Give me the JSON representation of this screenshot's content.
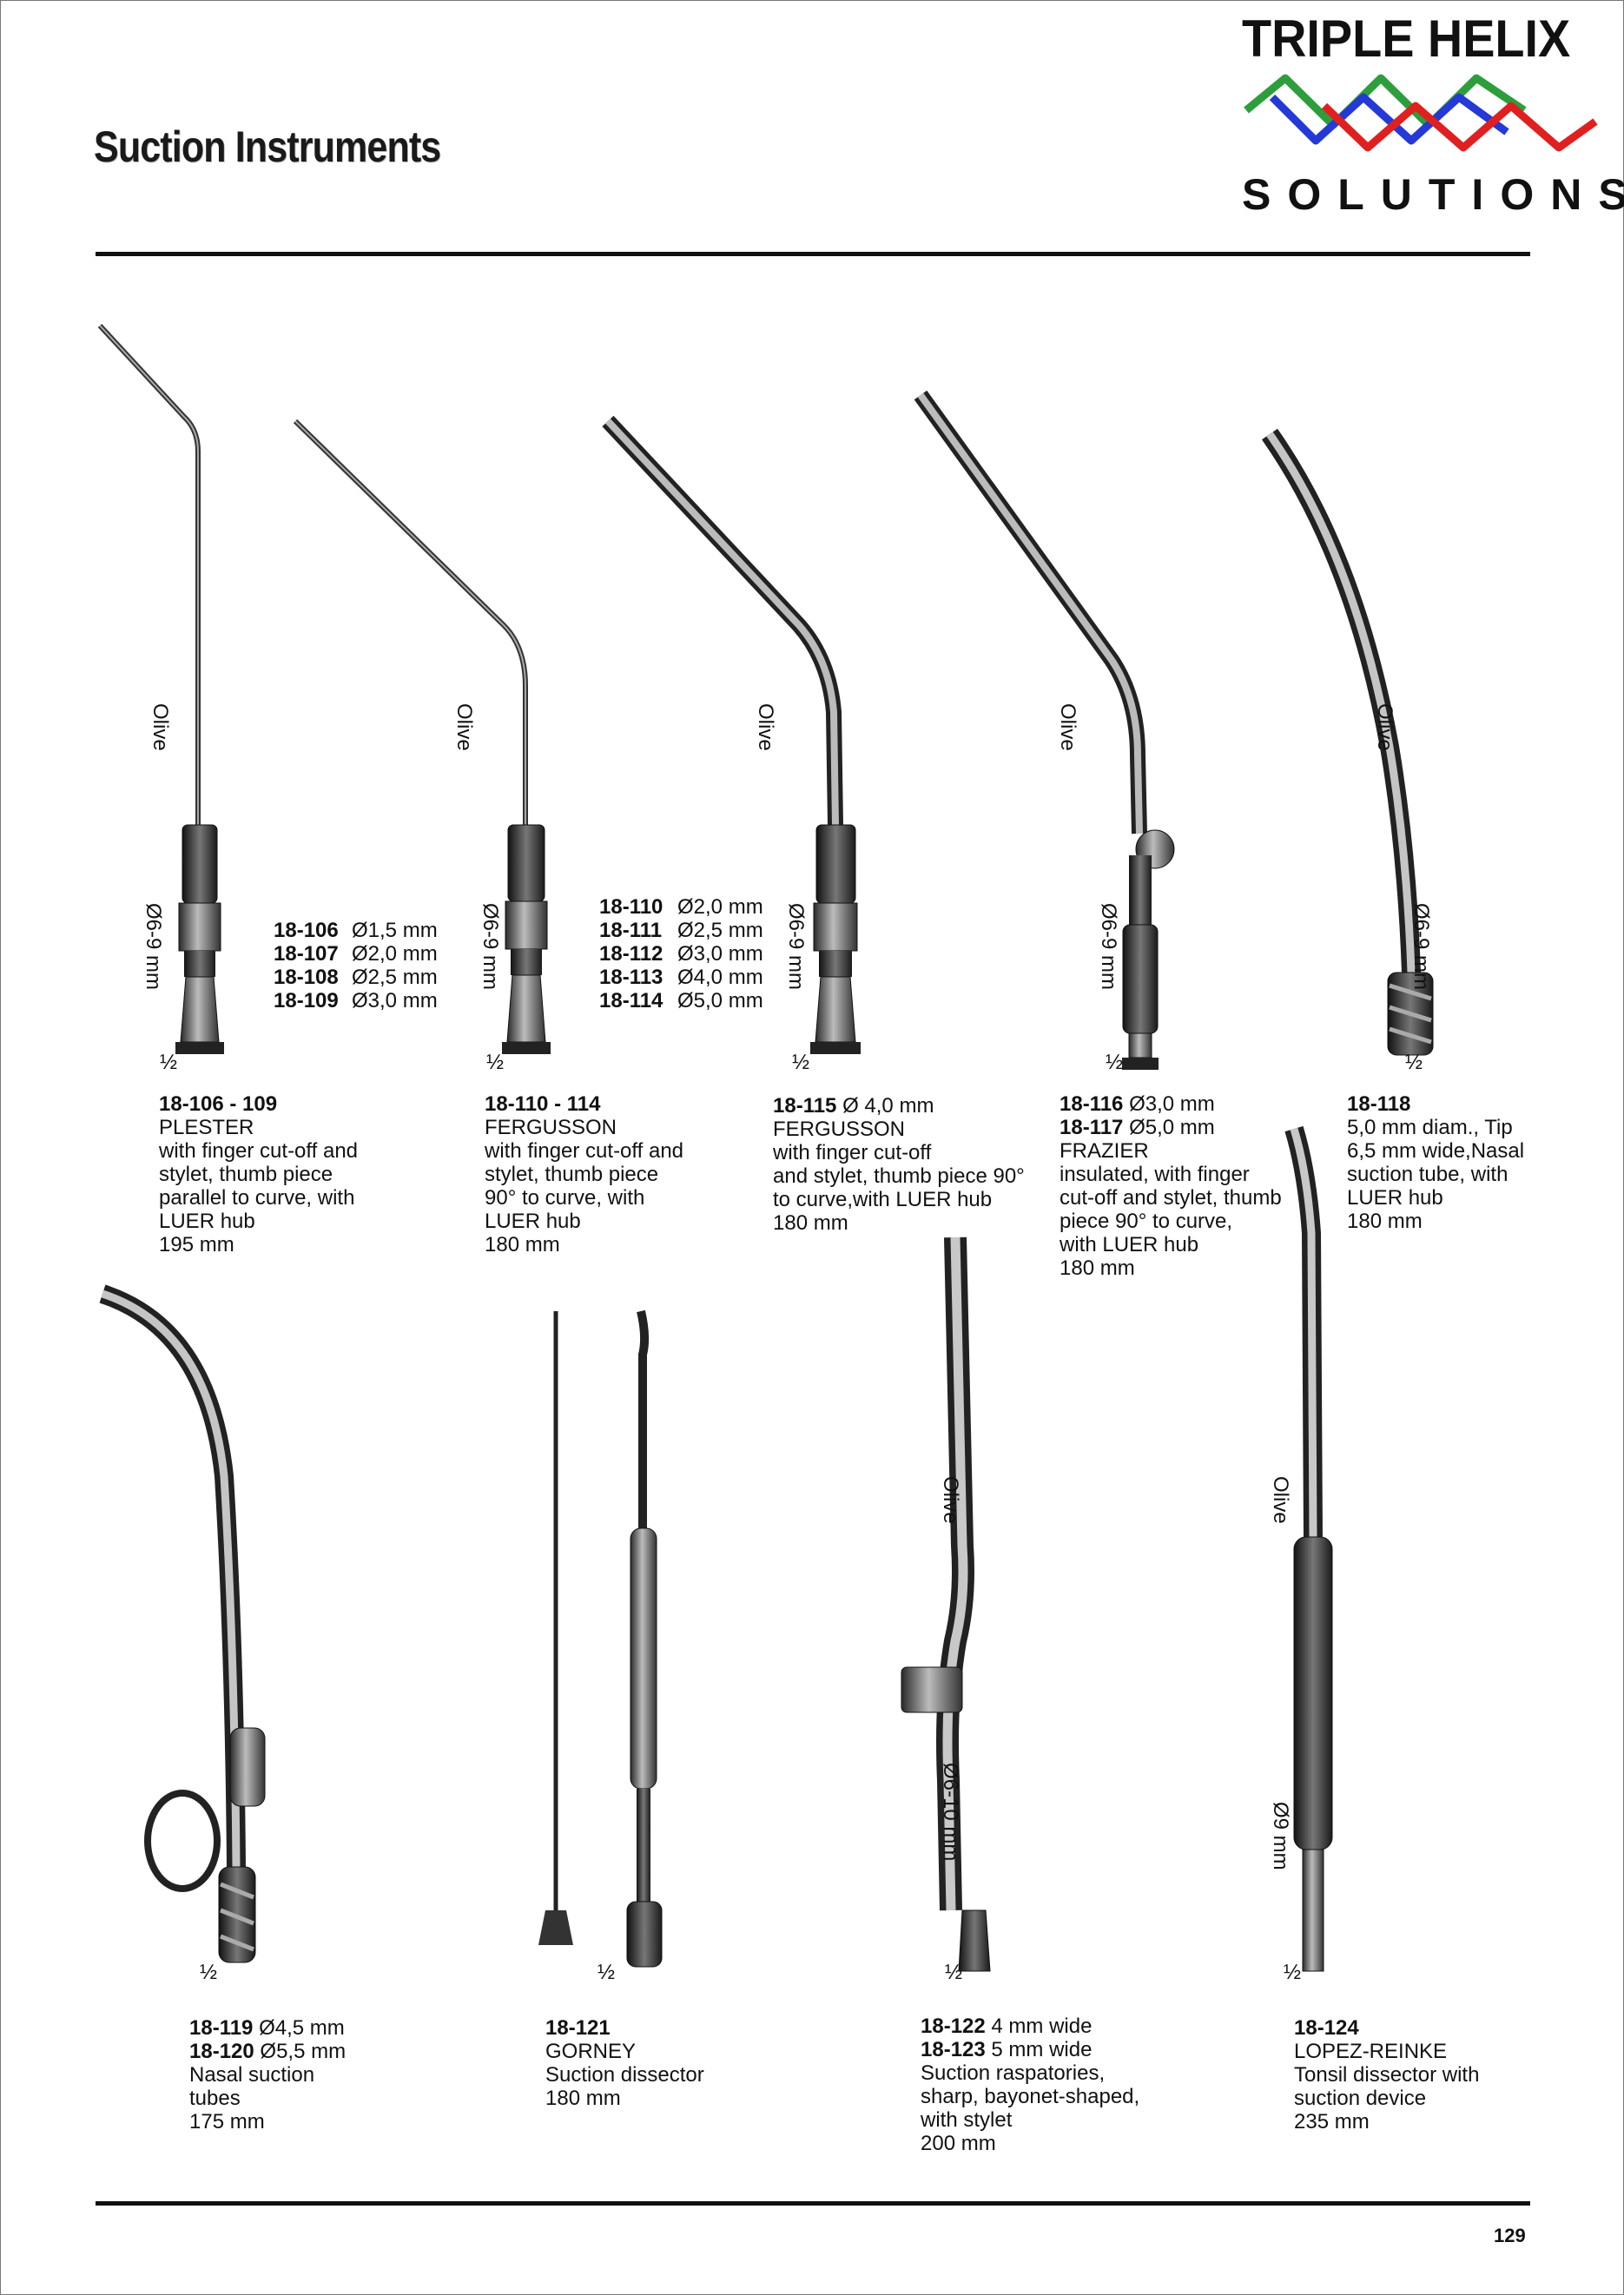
{
  "header": {
    "title": "Suction Instruments",
    "logo": {
      "line1": "TRIPLE HELIX",
      "line2": "SOLUTIONS",
      "colors": [
        "#2e9e3c",
        "#2439d6",
        "#e02020"
      ]
    }
  },
  "page_number": "129",
  "labels": {
    "olive": "Olive",
    "d69": "Ø6-9 mm",
    "d610": "Ø6-10 mm",
    "d9": "Ø9 mm",
    "half": "½"
  },
  "dims_a": [
    {
      "code": "18-106",
      "value": "Ø1,5 mm"
    },
    {
      "code": "18-107",
      "value": "Ø2,0 mm"
    },
    {
      "code": "18-108",
      "value": "Ø2,5 mm"
    },
    {
      "code": "18-109",
      "value": "Ø3,0 mm"
    }
  ],
  "dims_b": [
    {
      "code": "18-110",
      "value": "Ø2,0 mm"
    },
    {
      "code": "18-111",
      "value": "Ø2,5 mm"
    },
    {
      "code": "18-112",
      "value": "Ø3,0 mm"
    },
    {
      "code": "18-113",
      "value": "Ø4,0 mm"
    },
    {
      "code": "18-114",
      "value": "Ø5,0 mm"
    }
  ],
  "entries": {
    "plester": {
      "code": "18-106 - 109",
      "name": "PLESTER",
      "lines": [
        "with finger cut-off and",
        "stylet, thumb piece",
        "parallel to curve, with",
        "LUER hub",
        "195 mm"
      ]
    },
    "fergusson_a": {
      "code": "18-110 - 114",
      "name": "FERGUSSON",
      "lines": [
        "with finger cut-off and",
        "stylet, thumb piece",
        "90° to curve, with",
        "LUER hub",
        "180 mm"
      ]
    },
    "fergusson_b": {
      "code": "18-115",
      "size": "Ø 4,0 mm",
      "name": "FERGUSSON",
      "lines": [
        "with finger cut-off",
        "and stylet, thumb piece 90°",
        "to curve,with LUER hub",
        "180 mm"
      ]
    },
    "frazier": {
      "code1": "18-116",
      "size1": "Ø3,0 mm",
      "code2": "18-117",
      "size2": "Ø5,0 mm",
      "name": "FRAZIER",
      "lines": [
        "insulated, with finger",
        "cut-off and stylet, thumb",
        "piece 90° to curve,",
        "with LUER hub",
        "180 mm"
      ]
    },
    "e118": {
      "code": "18-118",
      "lines": [
        "5,0 mm diam., Tip",
        "6,5 mm wide,Nasal",
        "suction tube, with",
        "LUER hub",
        "180 mm"
      ]
    },
    "e119": {
      "code1": "18-119",
      "size1": "Ø4,5 mm",
      "code2": "18-120",
      "size2": "Ø5,5 mm",
      "lines": [
        "Nasal suction",
        "tubes",
        "175 mm"
      ]
    },
    "gorney": {
      "code": "18-121",
      "name": "GORNEY",
      "lines": [
        "Suction dissector",
        "180 mm"
      ]
    },
    "e122": {
      "code1": "18-122",
      "size1": "4 mm wide",
      "code2": "18-123",
      "size2": "5 mm wide",
      "lines": [
        "Suction raspatories,",
        "sharp, bayonet-shaped,",
        "with stylet",
        "200 mm"
      ]
    },
    "lopez": {
      "code": "18-124",
      "name": "LOPEZ-REINKE",
      "lines": [
        "Tonsil dissector with",
        "suction device",
        "235 mm"
      ]
    }
  }
}
